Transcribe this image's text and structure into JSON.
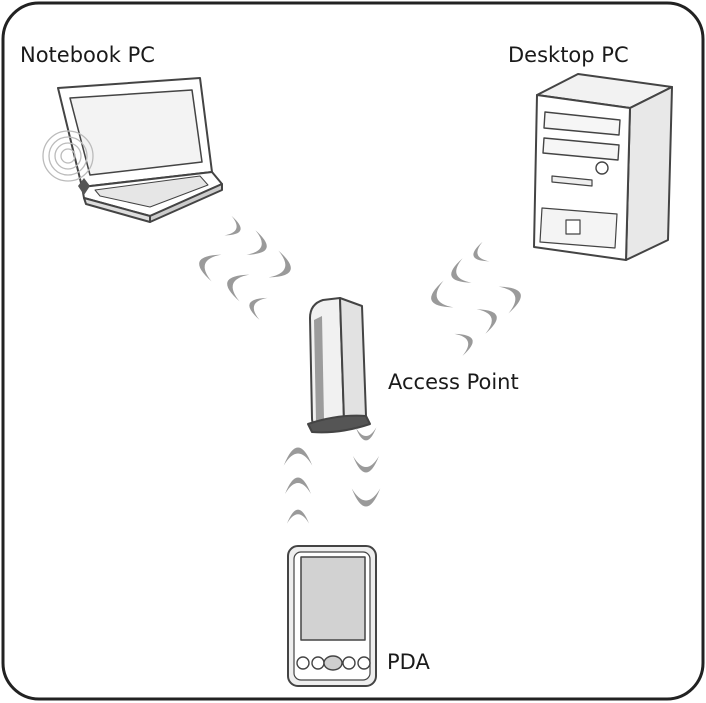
{
  "labels": {
    "notebook": "Notebook PC",
    "desktop": "Desktop PC",
    "access_point": "Access Point",
    "pda": "PDA"
  },
  "colors": {
    "frame": "#222222",
    "wave": "#9a9a9a",
    "device_stroke": "#444444",
    "screen_fill": "#d2d2d2"
  },
  "icons": [
    "notebook-pc-icon",
    "desktop-pc-icon",
    "access-point-icon",
    "pda-icon",
    "wireless-signal-icon"
  ]
}
